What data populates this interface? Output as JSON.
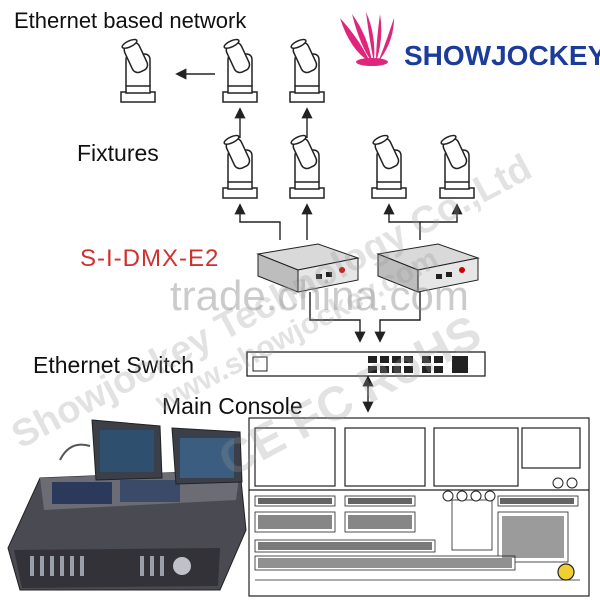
{
  "labels": {
    "network_title": "Ethernet based network",
    "fixtures": "Fixtures",
    "device": "S-I-DMX-E2",
    "switch": "Ethernet Switch",
    "console": "Main Console"
  },
  "brand": {
    "name": "SHOWJOCKEY",
    "color": "#1c3c9b",
    "logo_color": "#e0267a"
  },
  "watermarks": {
    "company": "Showjockey Technology Co.,Ltd",
    "site": "www.showjockey.com",
    "trade": "trade.china.com",
    "cert": "CE FC RoHS"
  },
  "colors": {
    "device_label": "#d0312d",
    "line": "#222222"
  }
}
